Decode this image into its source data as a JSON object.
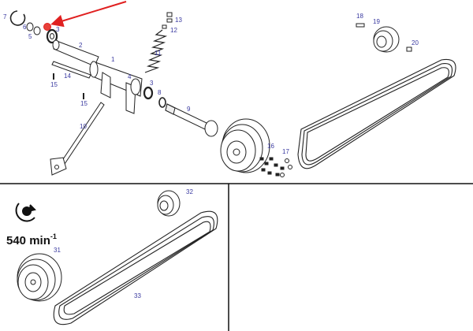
{
  "colors": {
    "line": "#222222",
    "callout": "#3a3aa0",
    "highlight": "#e02020",
    "panel_border": "#111111"
  },
  "callouts": [
    {
      "id": "c1",
      "text": "1"
    },
    {
      "id": "c2",
      "text": "2"
    },
    {
      "id": "c3a",
      "text": "3"
    },
    {
      "id": "c3b",
      "text": "3"
    },
    {
      "id": "c4",
      "text": "4"
    },
    {
      "id": "c5",
      "text": "5"
    },
    {
      "id": "c6",
      "text": "6"
    },
    {
      "id": "c7",
      "text": "7"
    },
    {
      "id": "c8",
      "text": "8"
    },
    {
      "id": "c9",
      "text": "9"
    },
    {
      "id": "c10",
      "text": "10"
    },
    {
      "id": "c11",
      "text": "11"
    },
    {
      "id": "c12",
      "text": "12"
    },
    {
      "id": "c13",
      "text": "13"
    },
    {
      "id": "c14",
      "text": "14"
    },
    {
      "id": "c15a",
      "text": "15"
    },
    {
      "id": "c15b",
      "text": "15"
    },
    {
      "id": "c16",
      "text": "16"
    },
    {
      "id": "c17",
      "text": "17"
    },
    {
      "id": "c18",
      "text": "18"
    },
    {
      "id": "c19",
      "text": "19"
    },
    {
      "id": "c20",
      "text": "20"
    },
    {
      "id": "c31",
      "text": "31"
    },
    {
      "id": "c32",
      "text": "32"
    },
    {
      "id": "c33",
      "text": "33"
    }
  ],
  "speed": {
    "value": "540 min",
    "exponent": "-1",
    "icon": "rotation-arrow-icon"
  },
  "highlight_marker": {
    "icon": "highlight-dot-icon"
  }
}
